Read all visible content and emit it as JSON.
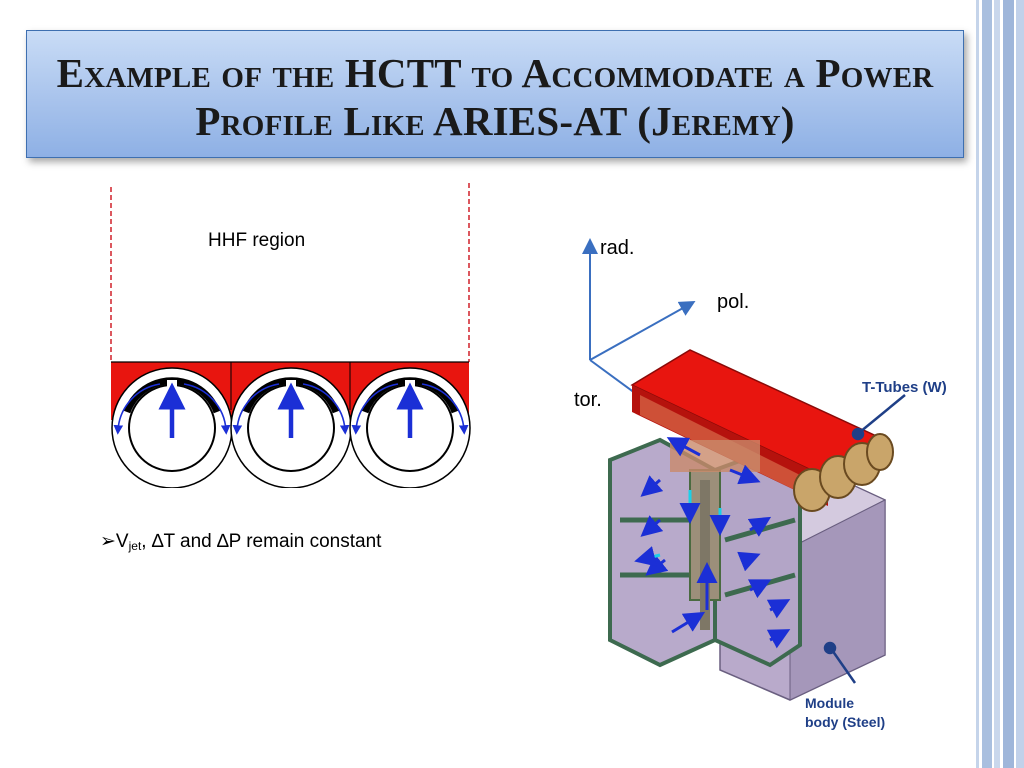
{
  "slide": {
    "title": "Example of the HCTT  to Accommodate a Power Profile Like ARIES-AT (Jeremy)",
    "hhf_label": "HHF region",
    "axes": {
      "rad": "rad.",
      "pol": "pol.",
      "tor": "tor."
    },
    "note": {
      "bullet": "➢",
      "v": "V",
      "sub": "jet",
      "rest": ", ∆T and ∆P remain constant"
    },
    "callouts": {
      "tubes": "T-Tubes (W)",
      "body_line1": "Module",
      "body_line2": "body (Steel)"
    }
  },
  "colors": {
    "title_bg": "#a8c3ec",
    "accent_red": "#e8150f",
    "arrow_blue": "#1b2fd6",
    "axis_blue": "#3a6fc0",
    "frame_green": "#3d6a4f",
    "body_lilac": "#b9aacb",
    "callout_blue": "#1f3f87"
  }
}
